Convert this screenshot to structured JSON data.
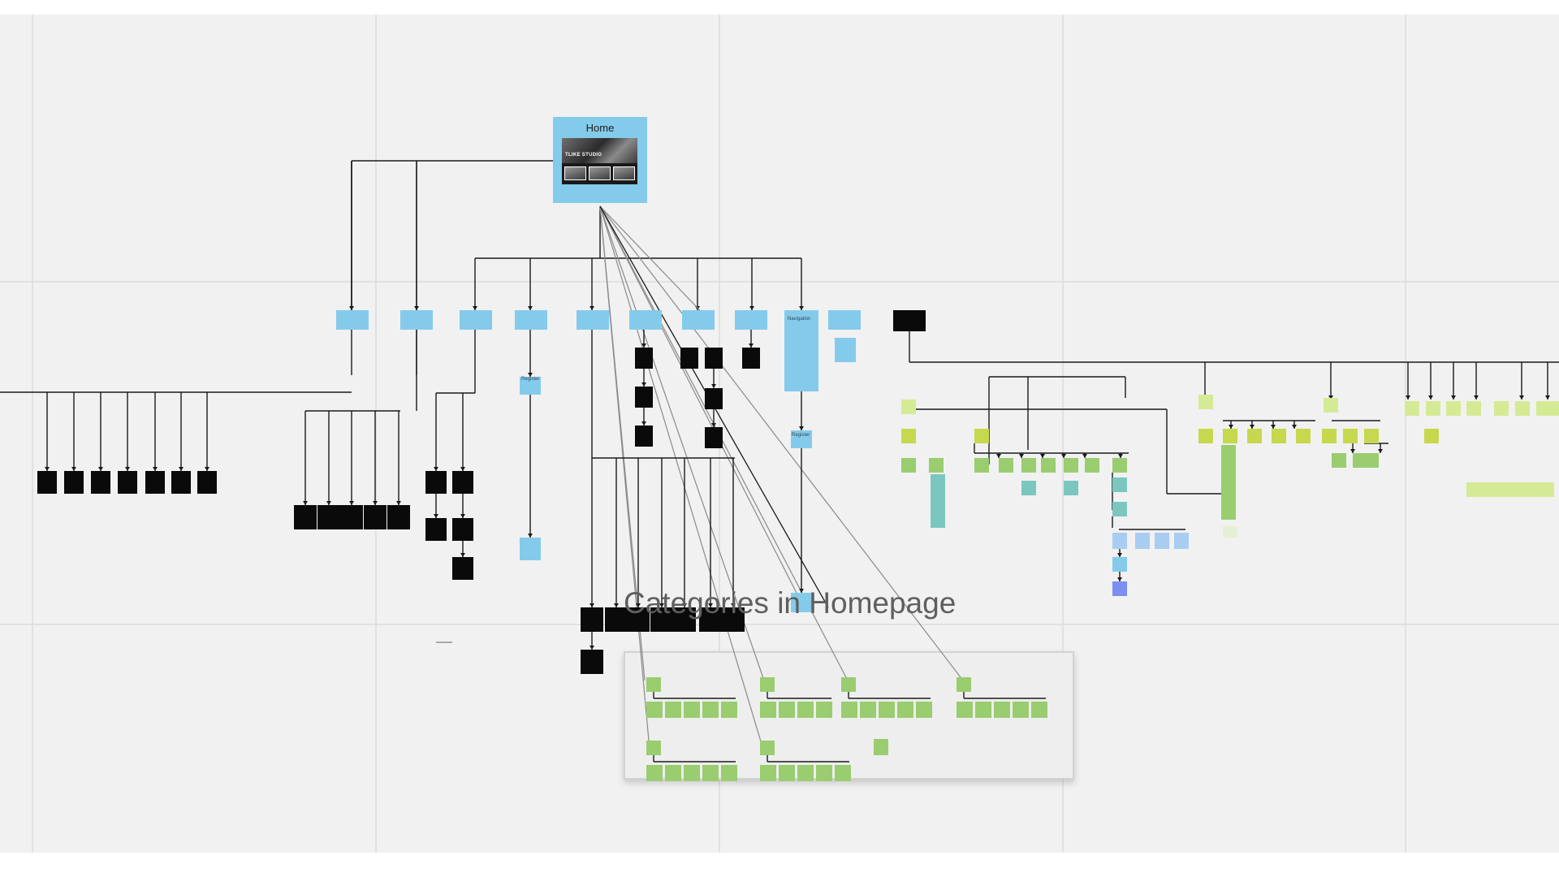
{
  "board": {
    "title": "Categories in Homepage",
    "home_card": {
      "title": "Home",
      "thumbnail_brand": "TLIKE STUDIO"
    },
    "small_labels": [
      "Navigation",
      "Register",
      "Register"
    ]
  },
  "colors": {
    "canvas": "#f1f1f1",
    "grid": "#dcdcdc",
    "page_blue": "#84cbeb",
    "page_black": "#0a0a0a",
    "green": "#99cd6f",
    "lime": "#d5ea95",
    "olive": "#c6d84d",
    "teal": "#7cc6c0",
    "light_blue": "#a9cdf1",
    "periwinkle": "#7a8ff0",
    "connector": "#1a1a1a",
    "connector_grey": "#8a8a8a"
  }
}
